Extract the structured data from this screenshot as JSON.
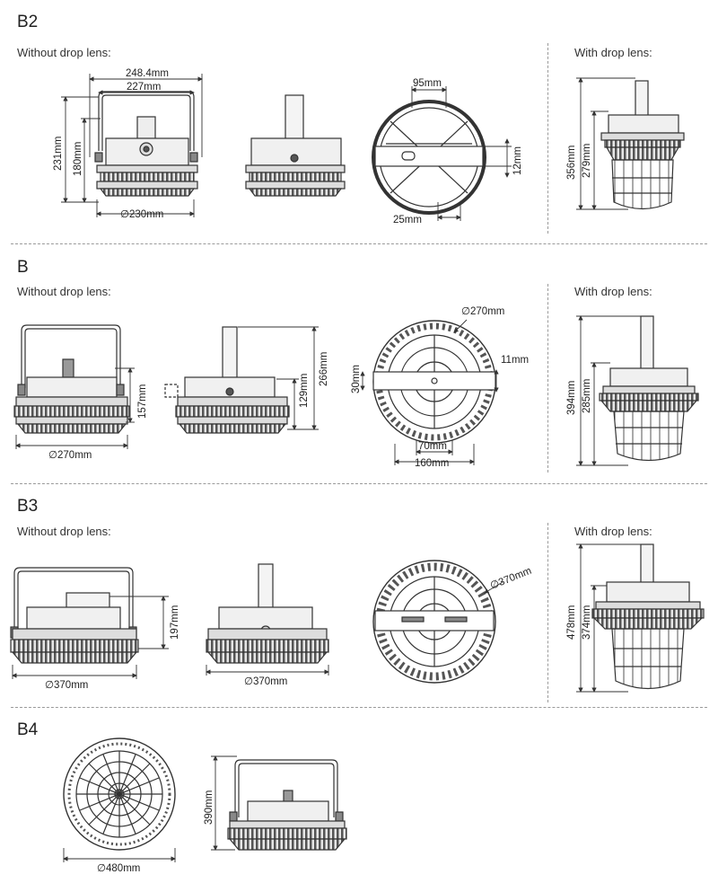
{
  "sections": [
    {
      "id": "B2",
      "label": "B2",
      "without": "Without drop lens:",
      "with": "With drop lens:",
      "dims": {
        "w1": "248.4mm",
        "w2": "227mm",
        "h1": "231mm",
        "h2": "180mm",
        "dia": "∅230mm",
        "top": "95mm",
        "side": "12mm",
        "bottom": "25mm",
        "lens_h1": "356mm",
        "lens_h2": "279mm"
      }
    },
    {
      "id": "B",
      "label": "B",
      "without": "Without drop lens:",
      "with": "With drop lens:",
      "dims": {
        "h1": "157mm",
        "dia": "∅270mm",
        "h2": "266mm",
        "h3": "129mm",
        "top_dia": "∅270mm",
        "side": "11mm",
        "left": "30mm",
        "w1": "70mm",
        "w2": "160mm",
        "lens_h1": "394mm",
        "lens_h2": "285mm"
      }
    },
    {
      "id": "B3",
      "label": "B3",
      "without": "Without drop lens:",
      "with": "With drop lens:",
      "dims": {
        "h1": "197mm",
        "dia1": "∅370mm",
        "dia2": "∅370mm",
        "top_dia": "∅370mm",
        "lens_h1": "478mm",
        "lens_h2": "374mm"
      }
    },
    {
      "id": "B4",
      "label": "B4",
      "dims": {
        "dia": "∅480mm",
        "h1": "390mm"
      }
    }
  ],
  "colors": {
    "line": "#333333",
    "separator": "#9a9a9a",
    "fill_dark": "#6e6e6e",
    "fill_light": "#e9e9e9"
  }
}
